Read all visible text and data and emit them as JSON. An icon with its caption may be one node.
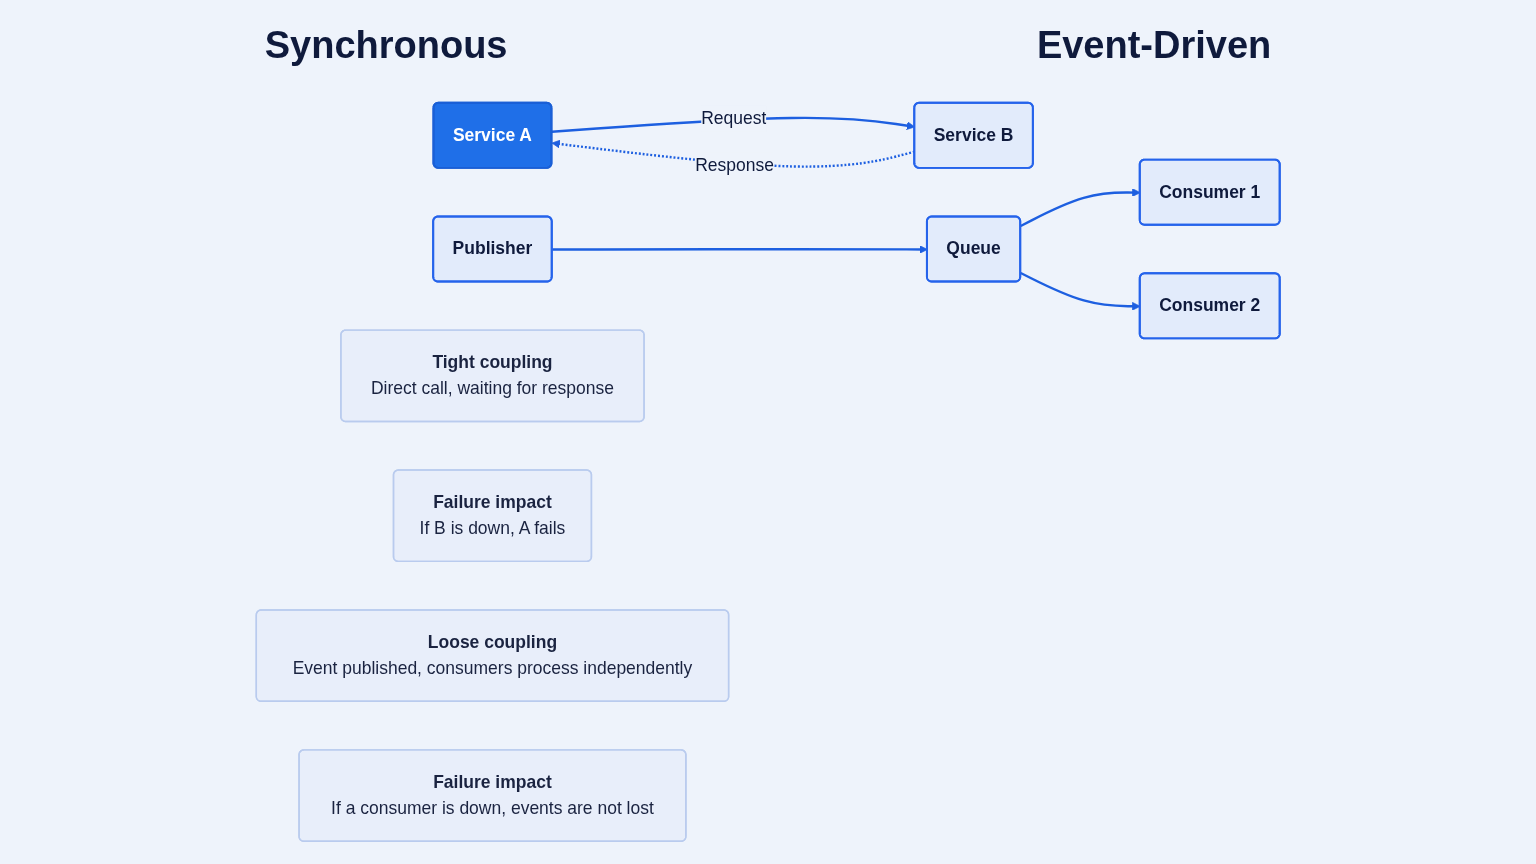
{
  "diagram": {
    "nodes": [
      {
        "text": [
          "Service A"
        ]
      },
      {
        "text": [
          "Service B"
        ]
      },
      {
        "text": [
          "Tight coupling",
          "Direct call, waiting for response"
        ]
      },
      {
        "text": [
          "Failure impact",
          "If B is down, A fails"
        ]
      },
      {
        "text": [
          "Publisher"
        ]
      },
      {
        "text": [
          "Queue"
        ]
      },
      {
        "text": [
          "Consumer 1"
        ]
      },
      {
        "text": [
          "Consumer 2"
        ]
      },
      {
        "text": [
          "Loose coupling",
          "Event published, consumers process independently"
        ]
      },
      {
        "text": [
          "Failure impact",
          "If a consumer is down, events are not lost"
        ]
      }
    ],
    "edges": [
      {
        "from": 0,
        "to": 1,
        "arrow": "to",
        "label": "Request"
      },
      {
        "from": 1,
        "to": 0,
        "arrow": "to",
        "label": "Response",
        "style": "dashed"
      },
      {
        "from": 4,
        "to": 5,
        "arrow": "to"
      },
      {
        "from": 5,
        "to": 6,
        "arrow": "to"
      },
      {
        "from": 5,
        "to": 7,
        "arrow": "to"
      }
    ],
    "labels": [
      "Synchronous",
      "Event-Driven"
    ]
  }
}
